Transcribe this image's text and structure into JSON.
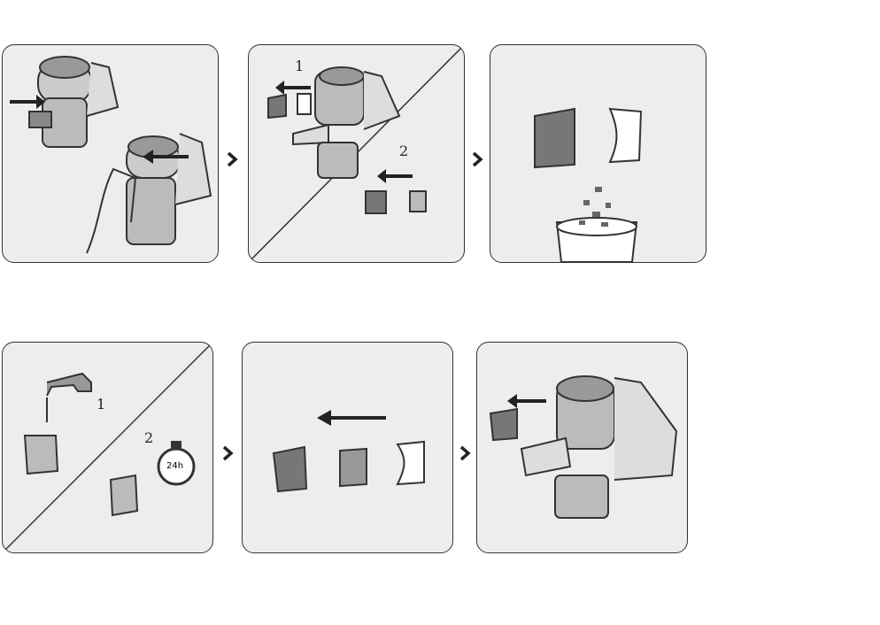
{
  "steps": [
    {
      "id": 1
    },
    {
      "id": 2,
      "labels": [
        "1",
        "2"
      ]
    },
    {
      "id": 3
    },
    {
      "id": 4,
      "labels": [
        "1",
        "2"
      ],
      "timer": "24h"
    },
    {
      "id": 5
    },
    {
      "id": 6
    }
  ],
  "colors": {
    "panel": "#ededed",
    "stroke": "#333333",
    "arrow": "#222222"
  }
}
